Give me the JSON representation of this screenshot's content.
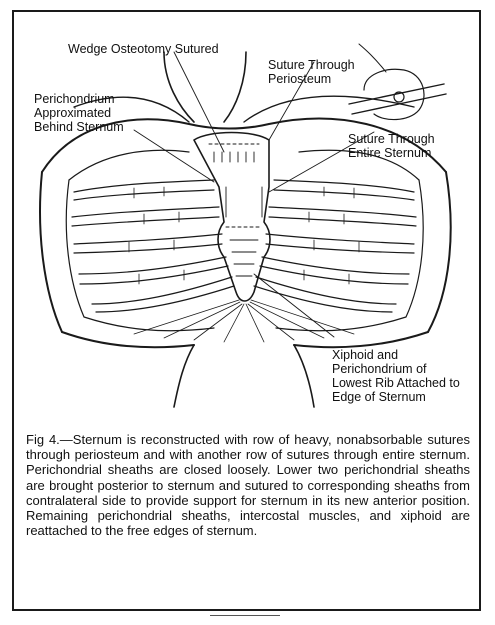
{
  "figure": {
    "labels": {
      "wedge": "Wedge Osteotomy Sutured",
      "periosteum": [
        "Suture Through",
        "Periosteum"
      ],
      "perichondrium": [
        "Perichondrium",
        "Approximated",
        "Behind Sternum"
      ],
      "entire_sternum": [
        "Suture Through",
        "Entire Sternum"
      ],
      "xiphoid": [
        "Xiphoid and",
        "Perichondrium of",
        "Lowest Rib Attached to",
        "Edge of Sternum"
      ]
    }
  },
  "caption": "Fig 4.—Sternum is reconstructed with row of heavy, nonabsorbable sutures through periosteum and with another row of sutures through entire sternum. Perichondrial sheaths are closed loosely. Lower two perichondrial sheaths are brought posterior to sternum and sutured to corresponding sheaths from contralateral side to provide support for sternum in its new anterior position. Remaining perichondrial sheaths, intercostal muscles, and xiphoid are reattached to the free edges of sternum."
}
